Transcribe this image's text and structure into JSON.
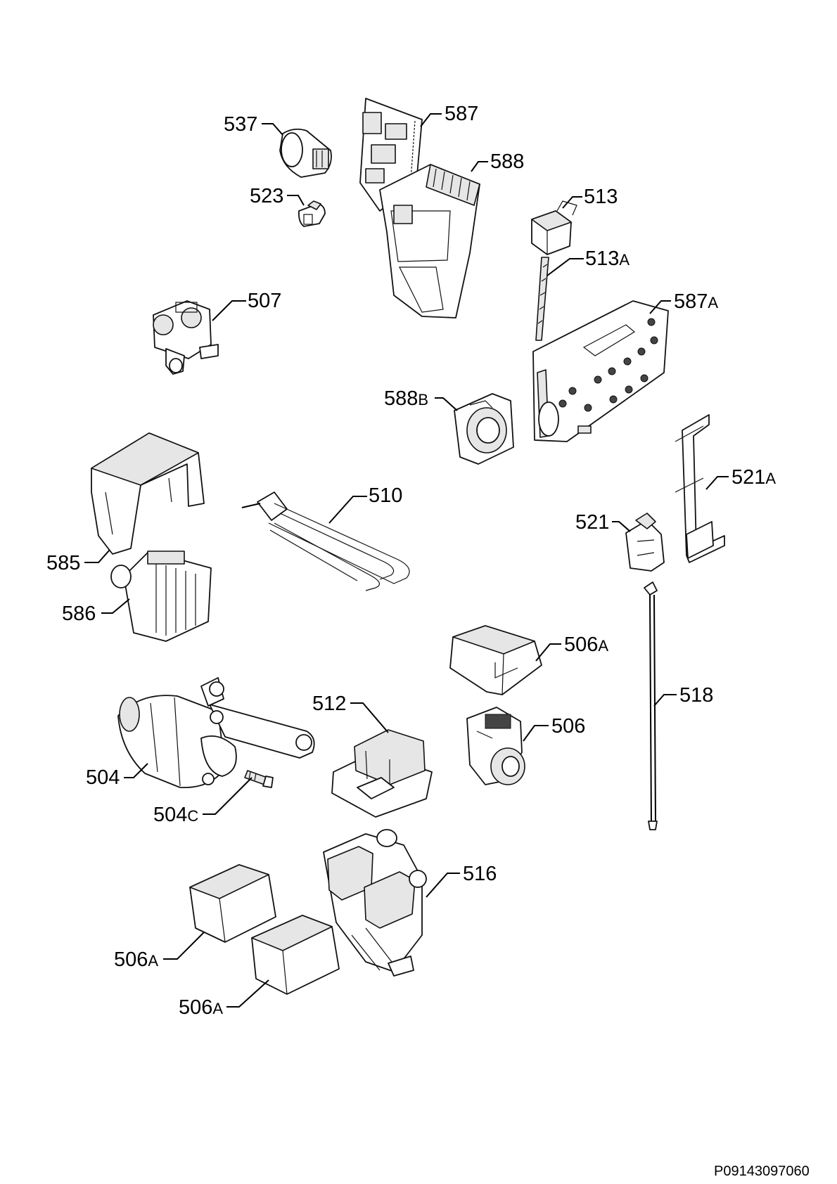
{
  "labels": {
    "l537": "537",
    "l587": "587",
    "l588": "588",
    "l523": "523",
    "l513": "513",
    "l513A": "513",
    "l513A_s": "A",
    "l507": "507",
    "l587A": "587",
    "l587A_s": "A",
    "l588B": "588",
    "l588B_s": "B",
    "l521A": "521",
    "l521A_s": "A",
    "l510": "510",
    "l521": "521",
    "l585": "585",
    "l586": "586",
    "l506A_1": "506",
    "l506A_1s": "A",
    "l518": "518",
    "l512": "512",
    "l506": "506",
    "l504": "504",
    "l504C": "504",
    "l504C_s": "C",
    "l516": "516",
    "l506A_2": "506",
    "l506A_2s": "A",
    "l506A_3": "506",
    "l506A_3s": "A"
  },
  "footer": {
    "drawing_code": "P09143097060"
  }
}
